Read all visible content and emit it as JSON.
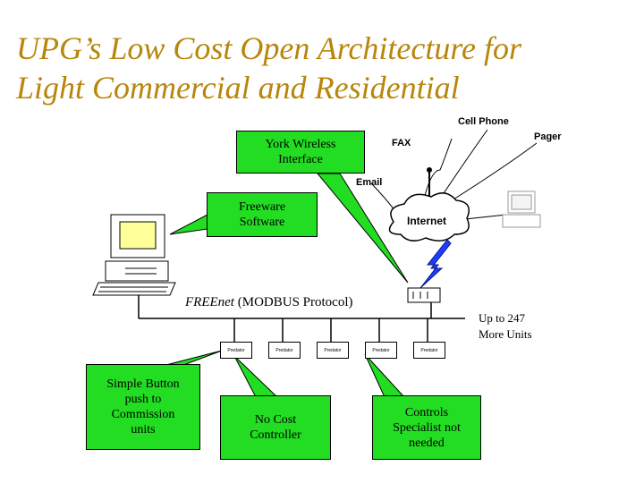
{
  "title": {
    "line1": "UPG’s Low Cost Open Architecture for",
    "line2": "Light Commercial and Residential"
  },
  "callouts": {
    "york": "York Wireless\nInterface",
    "freeware": "Freeware\nSoftware",
    "simple_button": "Simple Button\npush to\nCommission\nunits",
    "no_cost": "No Cost\nController",
    "controls_specialist": "Controls\nSpecialist not\nneeded"
  },
  "labels": {
    "cell_phone": "Cell Phone",
    "pager": "Pager",
    "fax": "FAX",
    "email": "Email",
    "internet": "Internet",
    "freenet_name": "FREEnet",
    "freenet_protocol": " (MODBUS Protocol)",
    "more_units": "Up to 247\nMore Units"
  },
  "controllers": [
    "Predator",
    "Predator",
    "Predator",
    "Predator",
    "Predator"
  ],
  "colors": {
    "callout": "#22dd22",
    "title": "#b8860b",
    "lightning": "#1e3cff"
  }
}
